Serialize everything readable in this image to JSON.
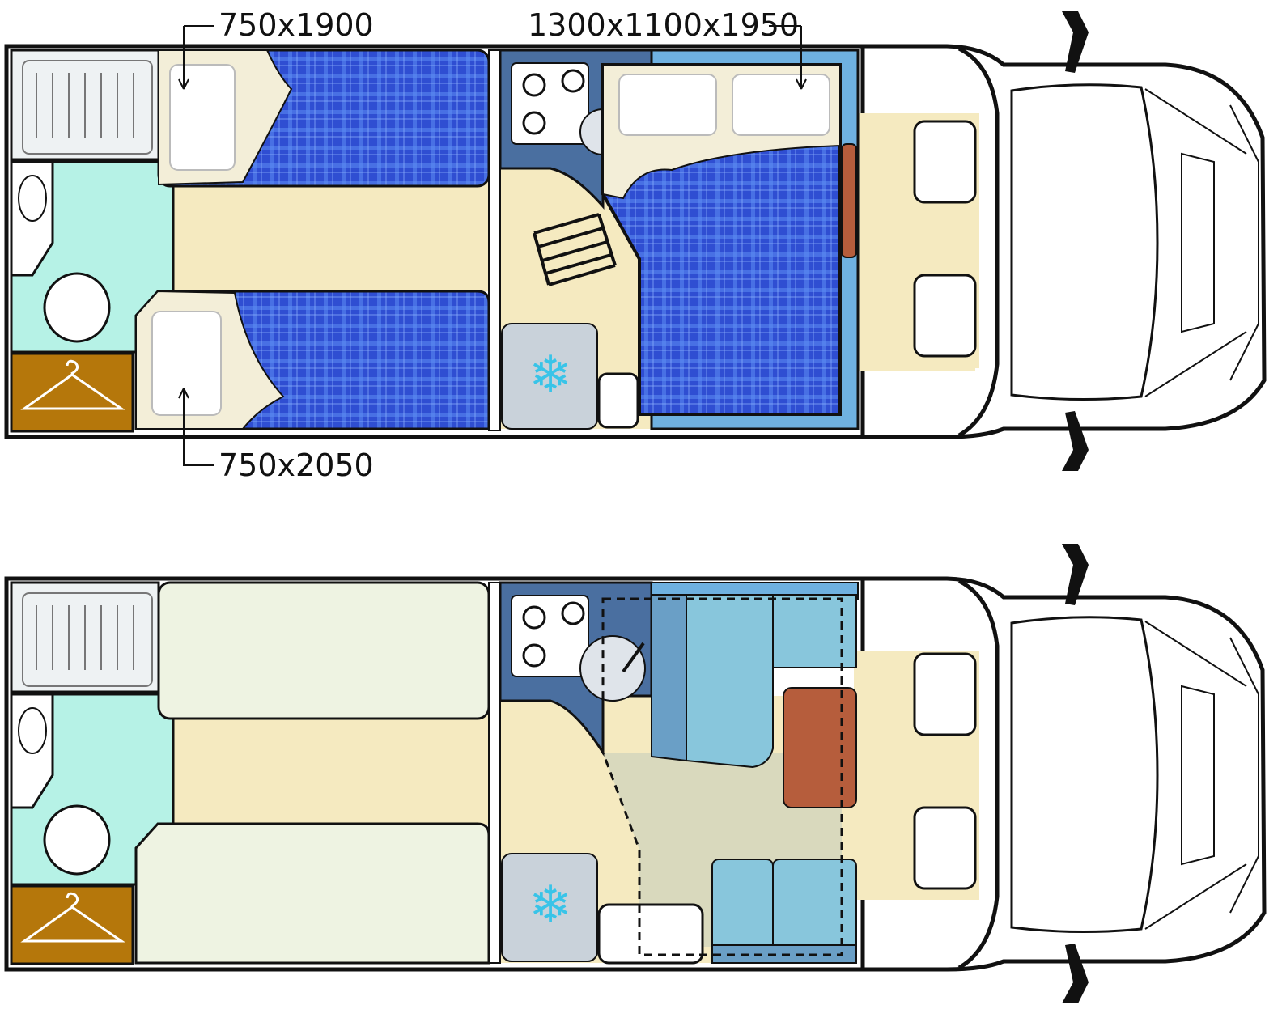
{
  "plans": {
    "night": {
      "single_bed_upper": "750x1900",
      "double_bed": "1300x1100x1950",
      "single_bed_lower": "750x2050"
    },
    "day": {}
  },
  "colors": {
    "floor": "#f5eac0",
    "bathroom": "#b6f2e6",
    "mattress": "#2e4fd3",
    "mattress_check": "#5a8af0",
    "sheet": "#f3eed8",
    "pillow": "#ffffff",
    "kitchen": "#4a6fa0",
    "fridge": "#c9d2da",
    "wardrobe": "#b5770b",
    "seat": "#88c6dc",
    "seat_dark": "#6a9fc6",
    "table": "#b65d3c",
    "bed_day": "#eef3e2",
    "outline": "#111111"
  },
  "icons": [
    "shower-tray-icon",
    "washbasin-icon",
    "toilet-icon",
    "coat-hanger-icon",
    "hob-icon",
    "sink-icon",
    "ladder-icon",
    "snowflake-icon",
    "cab-seat-icon",
    "mirror-icon"
  ]
}
